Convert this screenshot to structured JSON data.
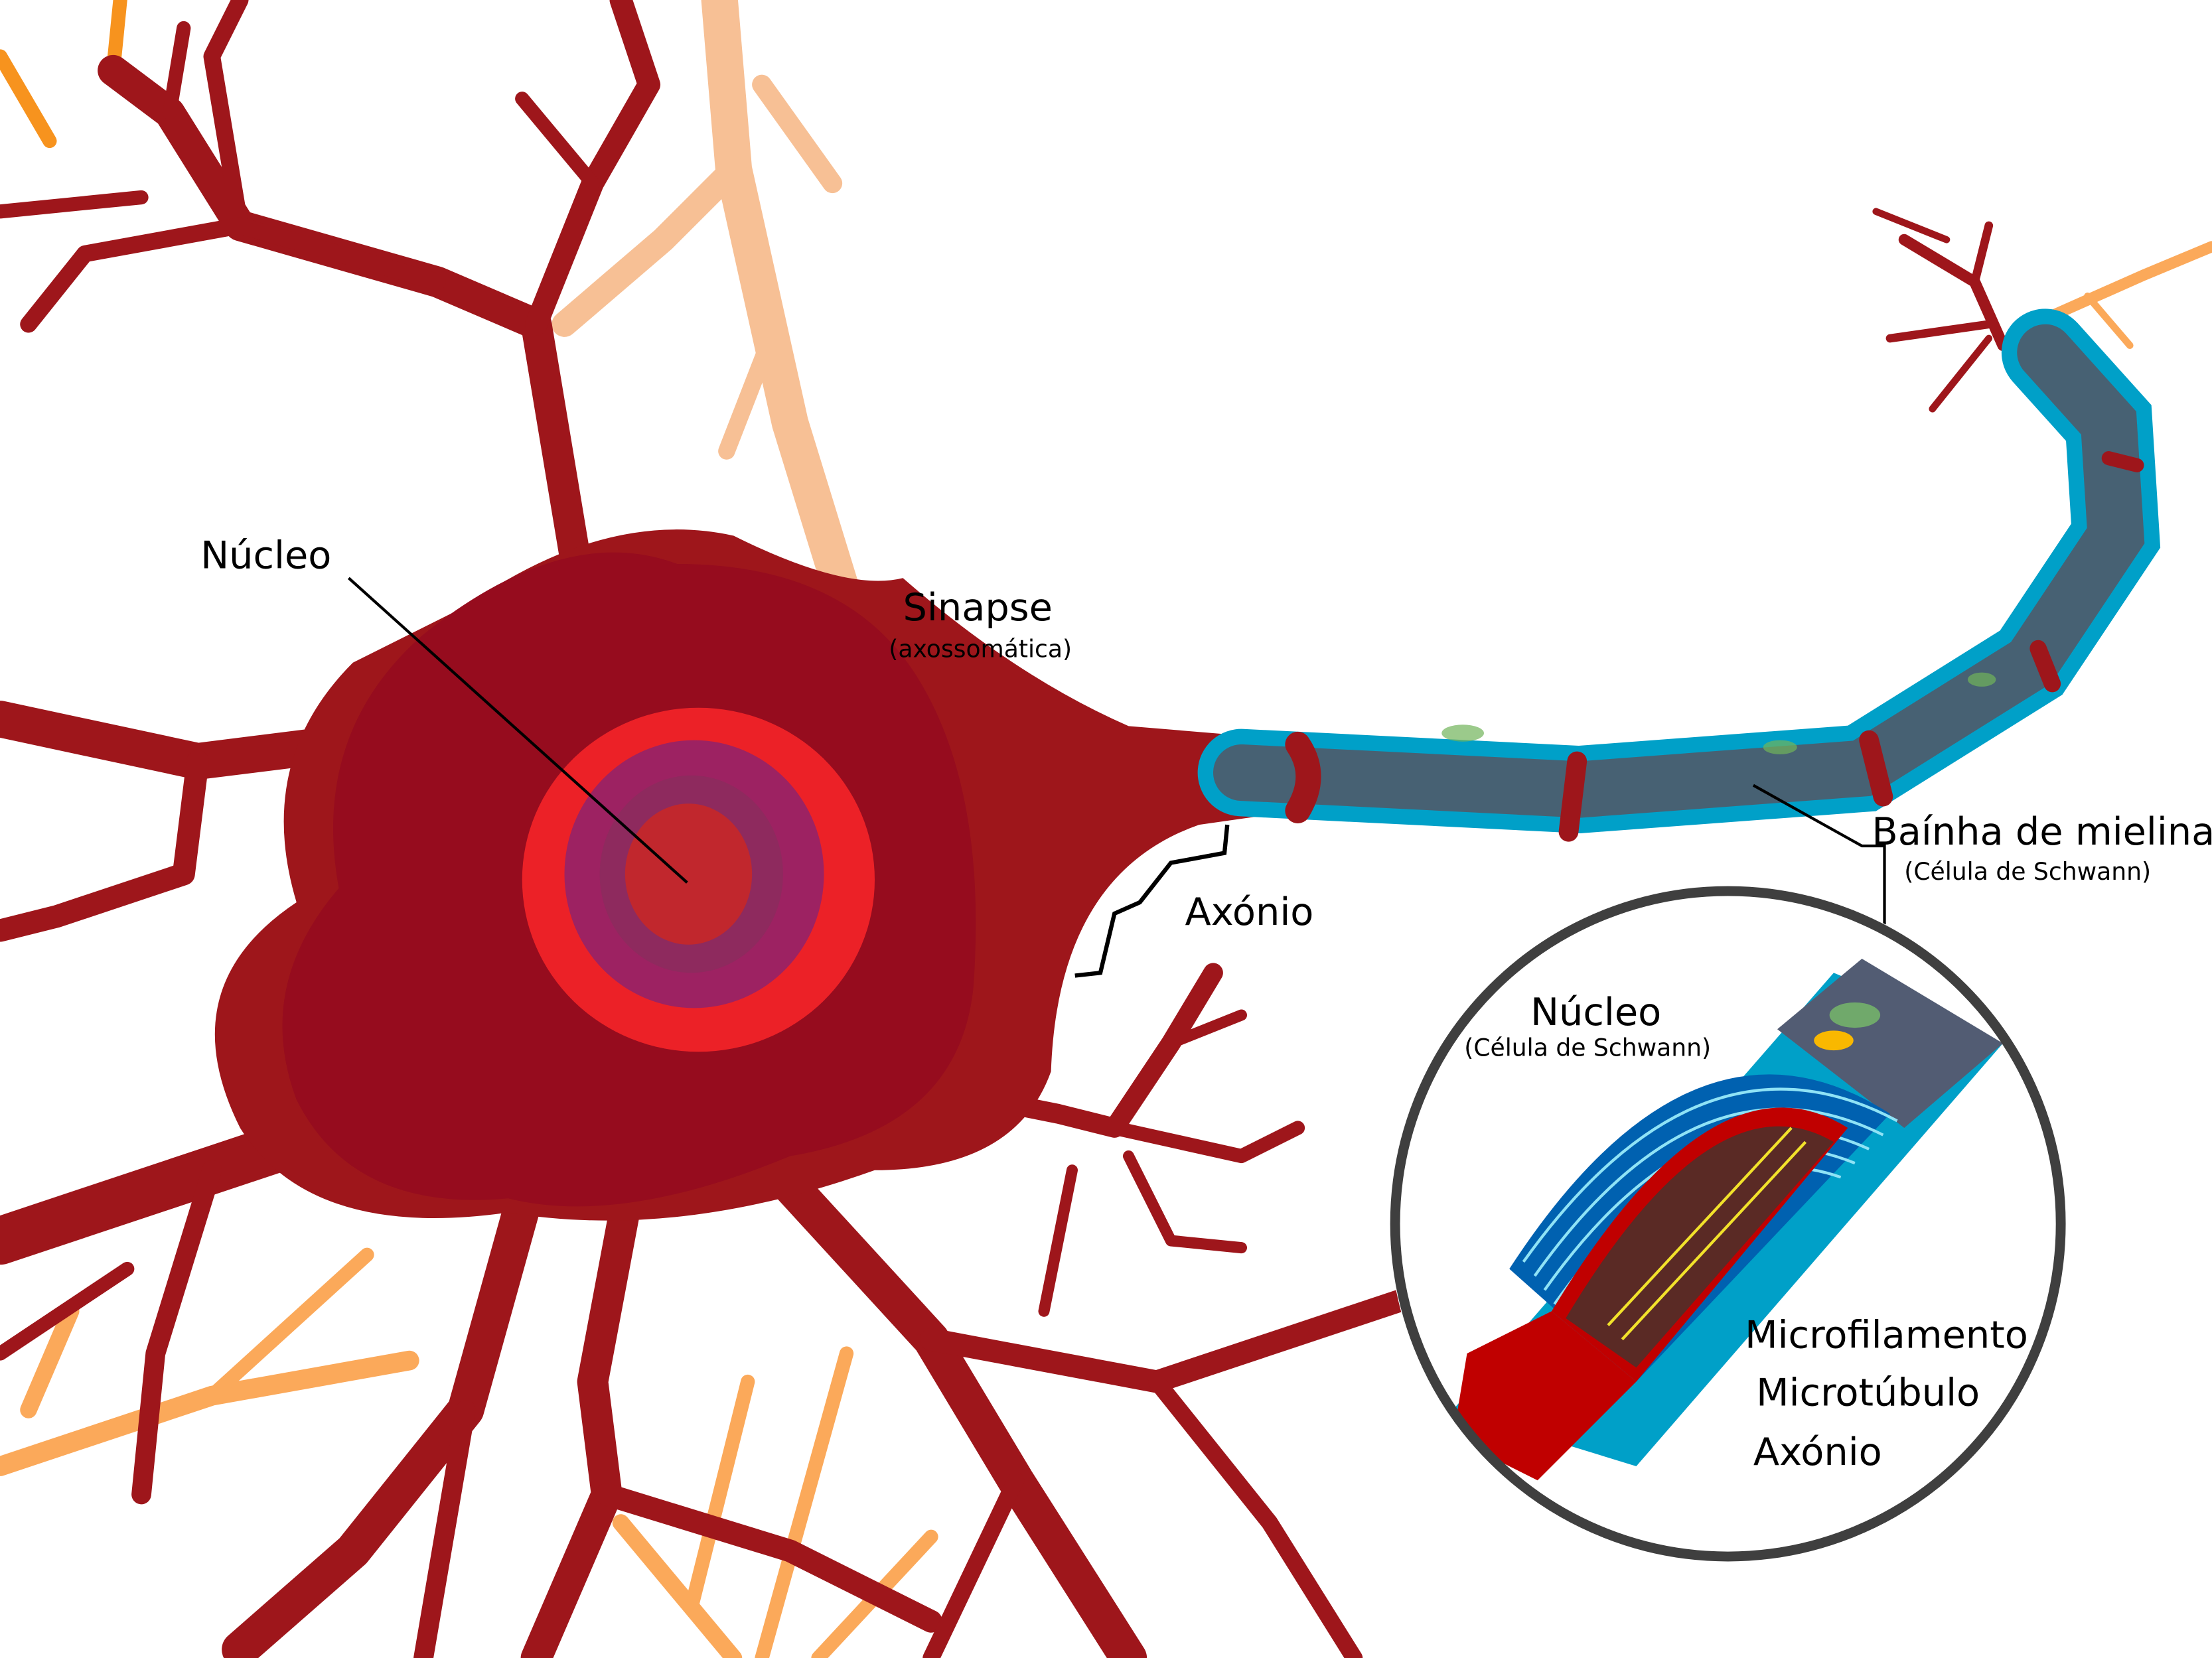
{
  "labels": {
    "nucleus": "Núcleo",
    "synapse": "Sinapse",
    "synapse_sub": "(axossomática)",
    "axon": "Axónio",
    "myelin": "Baínha de mielina",
    "myelin_sub": "(Célula de Schwann)",
    "inset_nucleus": "Núcleo",
    "inset_nucleus_sub": "(Célula de Schwann)",
    "microfilament": "Microfilamento",
    "microtubule": "Microtúbulo",
    "inset_axon": "Axónio"
  },
  "colors": {
    "neuron": "#9e161b",
    "soma_dark": "#960c1e",
    "other_neuron": "#f7c095",
    "orange_dendrite": "#fba95a",
    "myelin": "#00a0c8",
    "axon_core": "#476173",
    "nucleus_ring": "#ec2127",
    "nucleus_mid": "#9d2262",
    "nucleolus": "#c1272d",
    "inset_border": "#3f3f3f"
  }
}
